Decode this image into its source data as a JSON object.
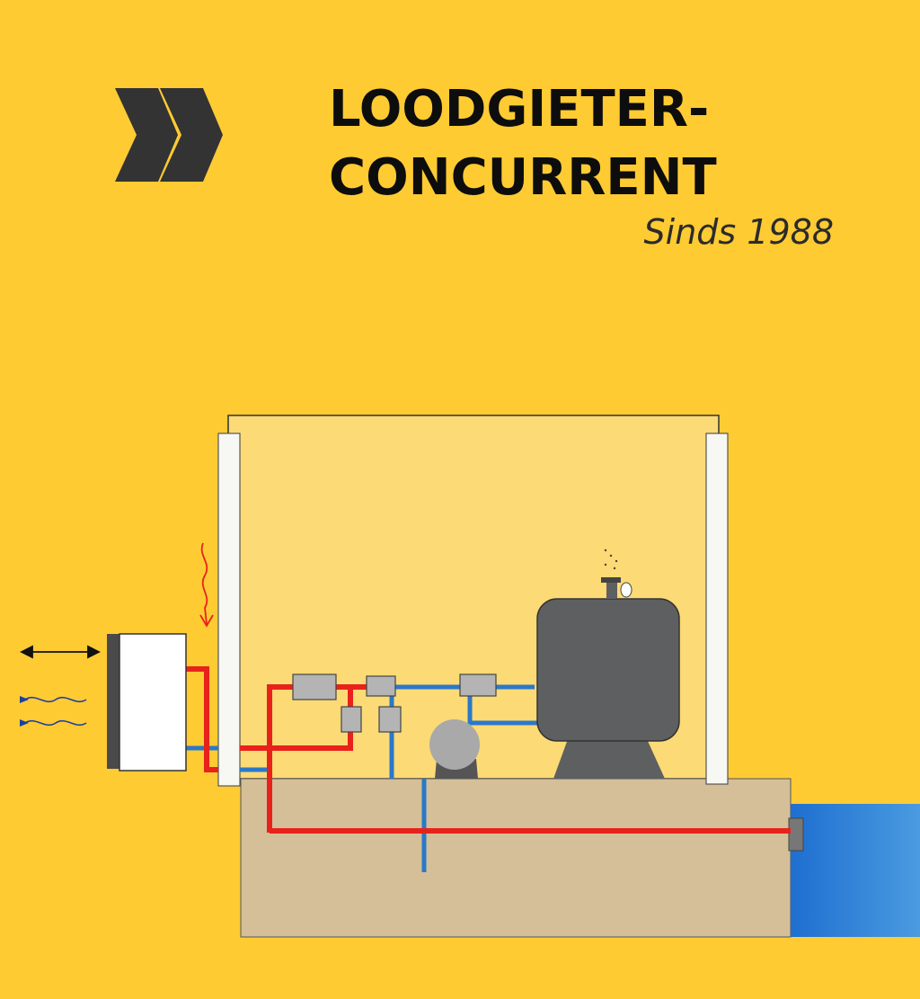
{
  "brand": {
    "title_line1": "LOODGIETER-",
    "title_line2": "CONCURRENT",
    "tagline": "Sinds 1988"
  },
  "colors": {
    "background": "#FECB33",
    "room": "#FCDA75",
    "foundation": "#D4BF99",
    "hot_pipe": "#E8221B",
    "cold_pipe": "#2A78C9",
    "tank": "#5E5F60",
    "valve": "#B4B4B4",
    "chevrons": "#333333",
    "water": "#2E7FD6"
  },
  "icons": [
    "double-chevron-icon",
    "heat-pump-outdoor-unit",
    "boiler-tank",
    "circulation-pump",
    "valve",
    "heat-wave-icon",
    "airflow-arrow-icon"
  ]
}
